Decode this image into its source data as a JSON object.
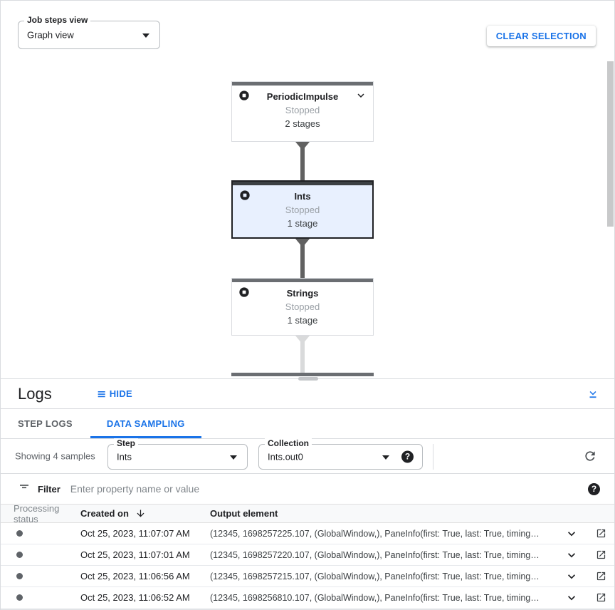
{
  "colors": {
    "accent": "#1a73e8",
    "node_selected_bg": "#e8f0fe",
    "edge_dark": "#616161",
    "edge_light": "#d9dadb",
    "status_gray": "#9aa0a6"
  },
  "toolbar": {
    "job_steps_view_label": "Job steps view",
    "job_steps_view_value": "Graph view",
    "clear_selection_label": "CLEAR SELECTION"
  },
  "graph": {
    "nodes": [
      {
        "title": "PeriodicImpulse",
        "status": "Stopped",
        "stages": "2 stages",
        "selected": false
      },
      {
        "title": "Ints",
        "status": "Stopped",
        "stages": "1 stage",
        "selected": true
      },
      {
        "title": "Strings",
        "status": "Stopped",
        "stages": "1 stage",
        "selected": false
      }
    ]
  },
  "logs": {
    "title": "Logs",
    "hide_label": "HIDE",
    "tabs": [
      {
        "label": "STEP LOGS",
        "active": false
      },
      {
        "label": "DATA SAMPLING",
        "active": true
      }
    ],
    "showing_text": "Showing 4 samples",
    "step_field": {
      "label": "Step",
      "value": "Ints"
    },
    "collection_field": {
      "label": "Collection",
      "value": "Ints.out0"
    },
    "filter": {
      "label": "Filter",
      "placeholder": "Enter property name or value"
    },
    "table": {
      "columns": {
        "status": "Processing status",
        "created": "Created on",
        "output": "Output element"
      },
      "rows": [
        {
          "created_on": "Oct 25, 2023, 11:07:07 AM",
          "output_element": "(12345, 1698257225.107, (GlobalWindow,), PaneInfo(first: True, last: True, timing…"
        },
        {
          "created_on": "Oct 25, 2023, 11:07:01 AM",
          "output_element": "(12345, 1698257220.107, (GlobalWindow,), PaneInfo(first: True, last: True, timing…"
        },
        {
          "created_on": "Oct 25, 2023, 11:06:56 AM",
          "output_element": "(12345, 1698257215.107, (GlobalWindow,), PaneInfo(first: True, last: True, timing…"
        },
        {
          "created_on": "Oct 25, 2023, 11:06:52 AM",
          "output_element": "(12345, 1698256810.107, (GlobalWindow,), PaneInfo(first: True, last: True, timing…"
        }
      ]
    }
  },
  "icons": {
    "help_glyph": "?"
  }
}
